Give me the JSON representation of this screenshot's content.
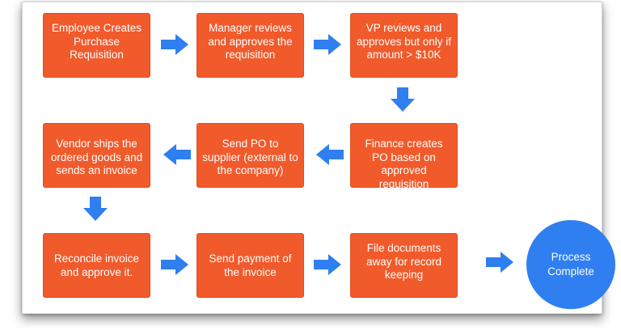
{
  "diagram": {
    "rows": [
      [
        "Employee Creates Purchase Requisition",
        "Manager reviews and approves the requisition",
        "VP reviews and approves but only if amount > $10K"
      ],
      [
        "Vendor ships the ordered goods and sends an invoice",
        "Send PO to supplier (external to the company)",
        "Finance creates PO based on approved requisition"
      ],
      [
        "Reconcile invoice and approve it.",
        "Send payment of the invoice",
        "File documents away for record keeping"
      ]
    ],
    "final": "Process Complete"
  },
  "colors": {
    "box_fill": "#f15a2b",
    "arrow_fill": "#2f7ff0",
    "circle_fill": "#2f7ff0",
    "text": "#ffffff"
  },
  "icons": {
    "arrow": "arrow-icon"
  }
}
